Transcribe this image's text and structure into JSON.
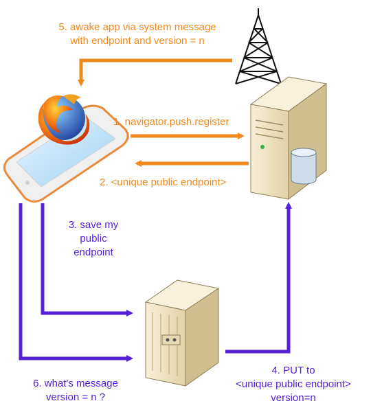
{
  "steps": {
    "step1": "1. navigator.push.register",
    "step2": "2. <unique public endpoint>",
    "step3": [
      "3. save my",
      "public",
      "endpoint"
    ],
    "step4": [
      "4. PUT to",
      "<unique public endpoint>",
      "version=n"
    ],
    "step5": [
      "5. awake app via system message",
      "with endpoint and version = n"
    ],
    "step6": [
      "6. what's message",
      "version = n ?"
    ]
  },
  "colors": {
    "orange": "#f08a1c",
    "blue": "#5520d8",
    "server_beige": "#efe4c0",
    "db_blue": "#cfdcea"
  },
  "icons": {
    "phone": "smartphone-icon",
    "browser": "firefox-logo-icon",
    "push_server": "server-tower-icon",
    "antenna": "radio-antenna-icon",
    "database": "database-icon",
    "app_server": "app-server-icon"
  }
}
